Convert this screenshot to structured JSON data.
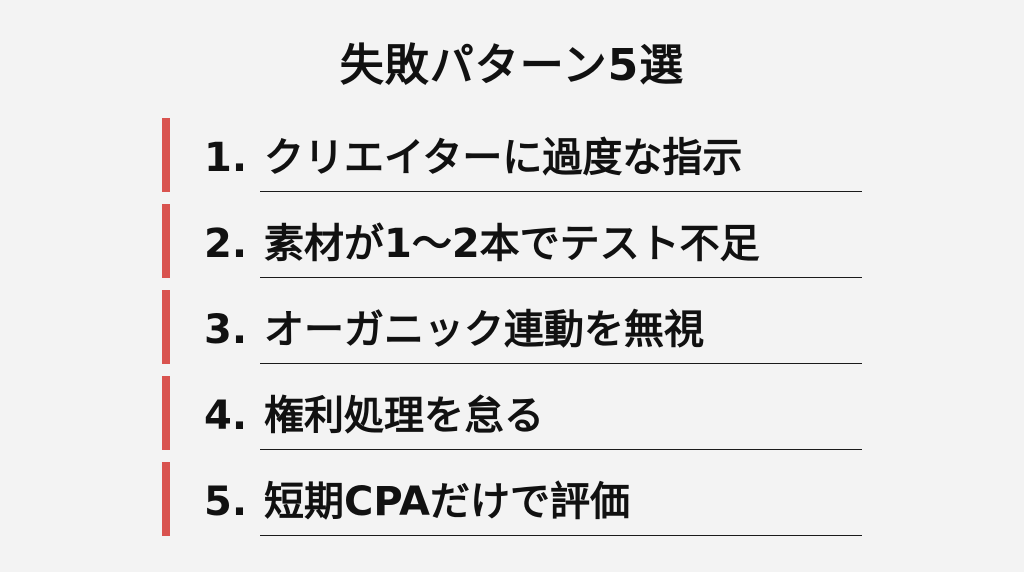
{
  "title": "失敗パターン5選",
  "accent_color": "#d9534f",
  "items": [
    {
      "number": "1.",
      "label": "クリエイターに過度な指示"
    },
    {
      "number": "2.",
      "label": "素材が1〜2本でテスト不足"
    },
    {
      "number": "3.",
      "label": "オーガニック連動を無視"
    },
    {
      "number": "4.",
      "label": "権利処理を怠る"
    },
    {
      "number": "5.",
      "label": "短期CPAだけで評価"
    }
  ]
}
